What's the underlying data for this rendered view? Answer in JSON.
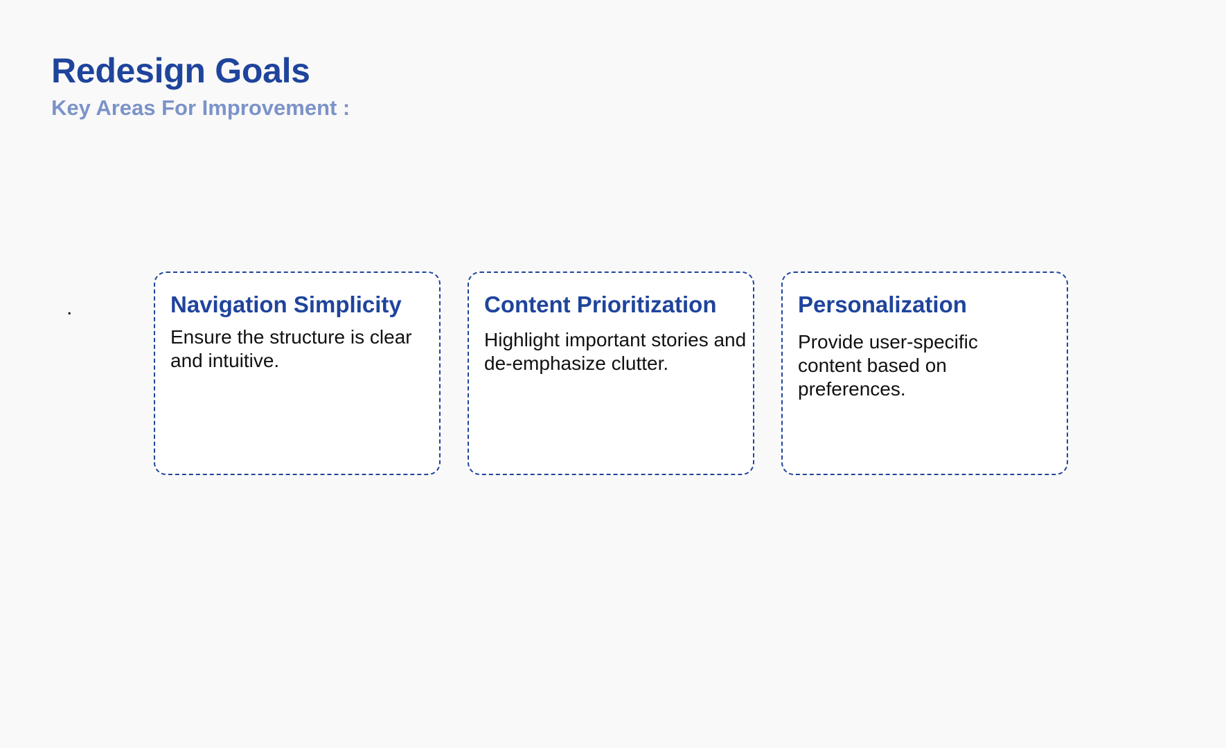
{
  "header": {
    "title": "Redesign Goals",
    "subtitle": "Key Areas For Improvement :"
  },
  "bullet": ".",
  "colors": {
    "accent": "#1f449c",
    "subtitle": "#7b93c9",
    "background": "#f9f9f9"
  },
  "cards": [
    {
      "title": "Navigation Simplicity",
      "text": "Ensure the structure is clear and intuitive."
    },
    {
      "title": "Content Prioritization",
      "text": "Highlight important stories and de-emphasize clutter."
    },
    {
      "title": "Personalization",
      "text": "Provide user-specific content based on preferences."
    }
  ]
}
